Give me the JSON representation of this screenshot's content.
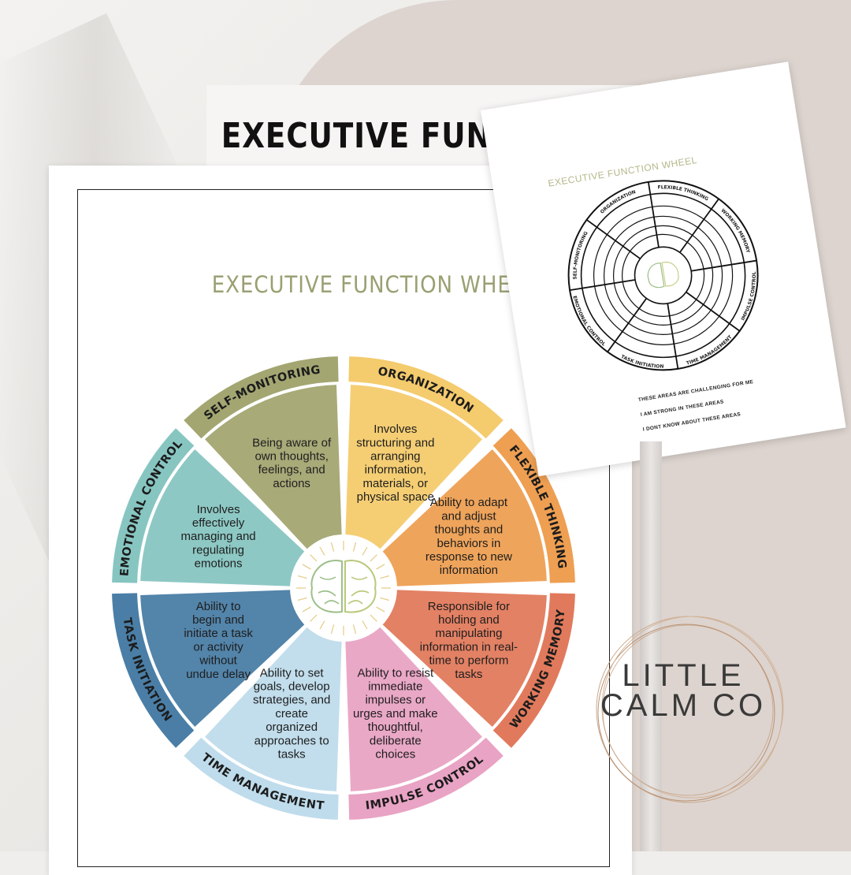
{
  "header": {
    "title": "EXECUTIVE FUNCTION WHEEL"
  },
  "paper": {
    "title": "EXECUTIVE FUNCTION WHEEL"
  },
  "segments": [
    {
      "label": "ORGANIZATION",
      "color": "#f4cb6d",
      "lines": [
        "Involves",
        "structuring and",
        "arranging",
        "information,",
        "materials, or",
        "physical space"
      ]
    },
    {
      "label": "FLEXIBLE THINKING",
      "color": "#ee9f52",
      "lines": [
        "Ability to adapt",
        "and adjust",
        "thoughts and",
        "behaviors in",
        "response to new",
        "information"
      ]
    },
    {
      "label": "WORKING MEMORY",
      "color": "#e17a5c",
      "lines": [
        "Responsible for",
        "holding and",
        "manipulating",
        "information in real-",
        "time to perform",
        "tasks"
      ]
    },
    {
      "label": "IMPULSE CONTROL",
      "color": "#e9a3c4",
      "lines": [
        "Ability to resist",
        "immediate",
        "impulses or",
        "urges and make",
        "thoughtful,",
        "deliberate",
        "choices"
      ]
    },
    {
      "label": "TIME MANAGEMENT",
      "color": "#bfdcec",
      "lines": [
        "Ability to set",
        "goals, develop",
        "strategies, and",
        "create",
        "organized",
        "approaches to",
        "tasks"
      ]
    },
    {
      "label": "TASK INITIATION",
      "color": "#4a7ea6",
      "lines": [
        "Ability to",
        "begin and",
        "initiate a task",
        "or activity",
        "without",
        "undue delay"
      ]
    },
    {
      "label": "EMOTIONAL CONTROL",
      "color": "#87c5c1",
      "lines": [
        "Involves",
        "effectively",
        "managing and",
        "regulating",
        "emotions"
      ]
    },
    {
      "label": "SELF-MONITORING",
      "color": "#a3a671",
      "lines": [
        "Being aware of",
        "own thoughts,",
        "feelings, and",
        "actions"
      ]
    }
  ],
  "preview": {
    "title": "EXECUTIVE FUNCTION WHEEL",
    "labels": [
      "FLEXIBLE THINKING",
      "WORKING MEMORY",
      "IMPULSE CONTROL",
      "TIME MANAGEMENT",
      "TASK INITIATION",
      "EMOTIONAL CONTROL",
      "SELF-MONITORING",
      "ORGANIZATION"
    ],
    "legend": [
      "THESE AREAS ARE CHALLENGING FOR ME",
      "I AM STRONG IN THESE AREAS",
      "I DONT KNOW ABOUT THESE AREAS"
    ]
  },
  "logo": {
    "line1": "LITTLE",
    "line2": "CALM CO"
  },
  "colors": {
    "paper_title": "#9aa072",
    "brain": "#9dbf8a"
  },
  "icons": {
    "center": "brain-icon"
  }
}
